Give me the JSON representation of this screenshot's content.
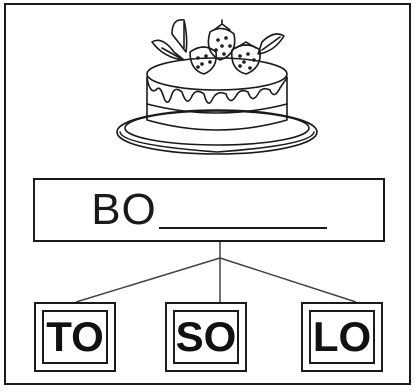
{
  "word": {
    "prefix": "BO"
  },
  "options": [
    {
      "label": "TO"
    },
    {
      "label": "SO"
    },
    {
      "label": "LO"
    }
  ],
  "illustration": {
    "icon": "cake-icon"
  },
  "colors": {
    "ink": "#1a1a1a",
    "background": "#ffffff"
  }
}
